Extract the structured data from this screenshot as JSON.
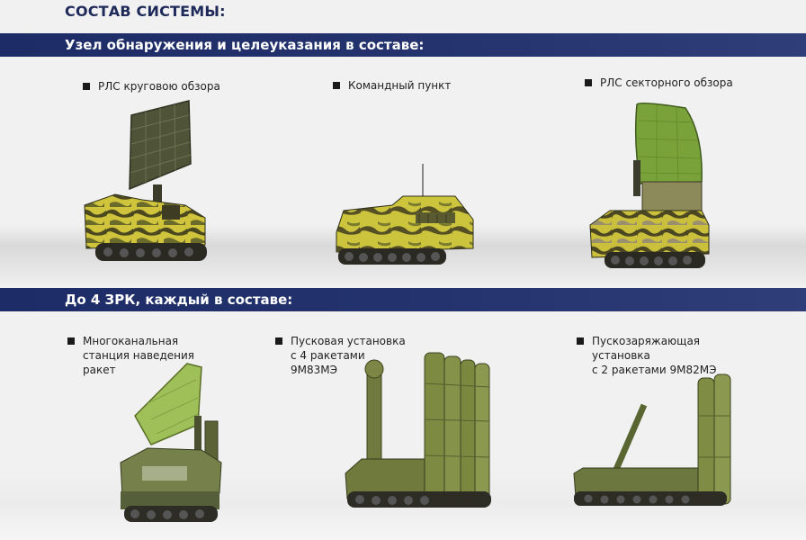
{
  "header": {
    "title": "СОСТАВ СИСТЕМЫ:"
  },
  "section1": {
    "title": "Узел обнаружения и целеуказания в составе:",
    "items": [
      {
        "label": "РЛС круговою обзора"
      },
      {
        "label": "Командный пункт"
      },
      {
        "label": "РЛС секторного обзора"
      }
    ]
  },
  "section2": {
    "title": "До 4 ЗРК, каждый в составе:",
    "items": [
      {
        "label": "Многоканальная\nстанция наведения\nракет"
      },
      {
        "label": "Пусковая установка\nс 4 ракетами\n9М83МЭ"
      },
      {
        "label": "Пускозаряжающая\nустановка\nс 2 ракетами 9М82МЭ"
      }
    ]
  },
  "colors": {
    "band": "#1d2c66",
    "title": "#1e2a5a",
    "camo_yellow": "#c9c23a",
    "camo_dark": "#4c4a22",
    "military_green": "#6f7d3a"
  }
}
